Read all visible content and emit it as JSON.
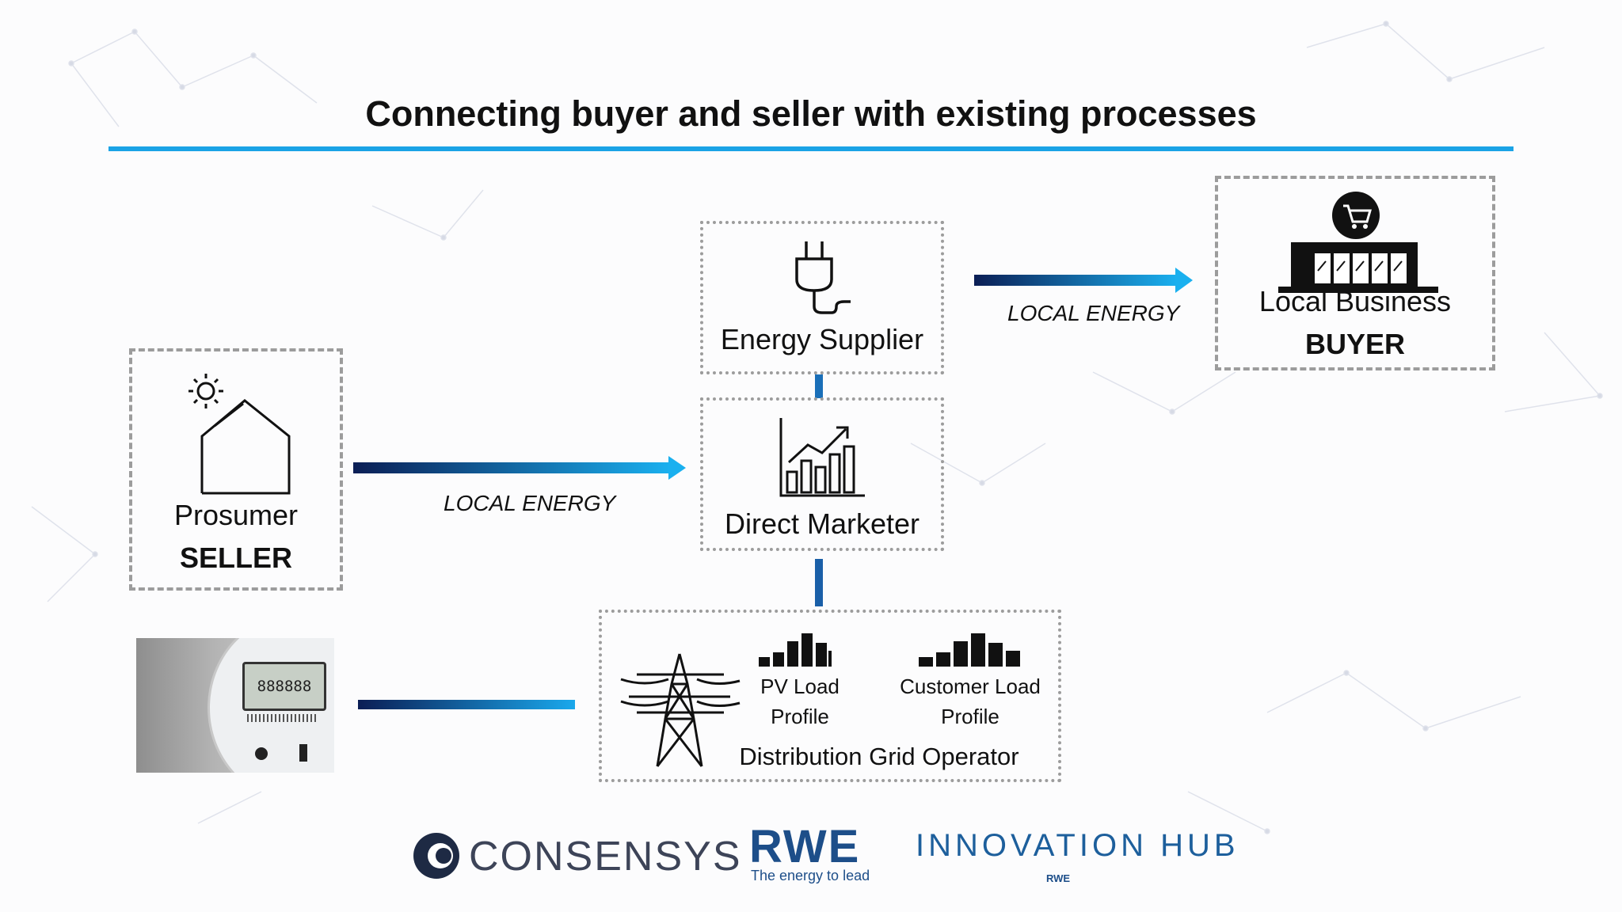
{
  "slide": {
    "title": "Connecting buyer and seller with existing processes",
    "accent_color": "#1aa3e6",
    "arrow_gradient": [
      "#0b1e55",
      "#1ab0ef"
    ]
  },
  "seller": {
    "name": "Prosumer",
    "role": "SELLER",
    "icon": "solar-house-icon"
  },
  "supplier": {
    "name": "Energy Supplier",
    "icon": "power-plug-icon"
  },
  "marketer": {
    "name": "Direct Marketer",
    "icon": "bar-chart-growth-icon"
  },
  "buyer": {
    "name": "Local Business",
    "role": "BUYER",
    "icon": "shop-cart-icon"
  },
  "flows": {
    "seller_to_marketer": "LOCAL ENERGY",
    "supplier_to_buyer": "LOCAL ENERGY"
  },
  "grid": {
    "name": "Distribution Grid Operator",
    "icon": "power-pylon-icon",
    "profiles": [
      {
        "line1": "PV Load",
        "line2": "Profile",
        "icon": "bars-profile-icon"
      },
      {
        "line1": "Customer Load",
        "line2": "Profile",
        "icon": "bars-profile-icon"
      }
    ]
  },
  "meter": {
    "icon": "smart-meter-photo",
    "display": "888888"
  },
  "logos": {
    "consensys": "CONSENSYS",
    "rwe": "RWE",
    "rwe_tagline": "The energy to lead",
    "innovation_hub": "INNOVATION HUB",
    "innovation_hub_sub": "RWE"
  }
}
